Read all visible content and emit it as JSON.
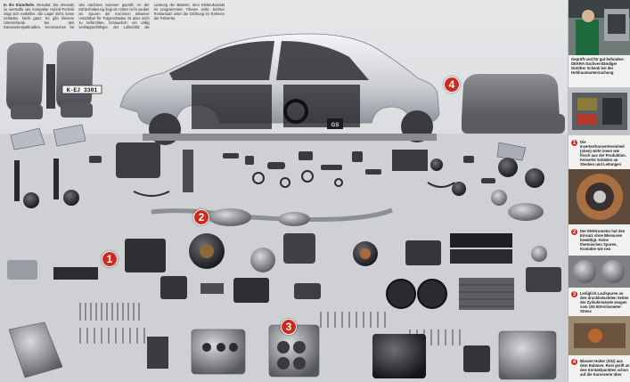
{
  "intro": {
    "lead": "In die Einzelteile.",
    "text": "Resultat: Die ehemals zu wertvolle wie kompakte Hybrid-Technik zeigt sich makellos. Alle Lager dicht, keine Schäden. Nicht ganz: Es gibt kleinere Unterschiede bei den Karosseriespaltmaßen. Kennzeichen für den nächsten Sommer geprüft. An der Kühlerhalterung liegt ein Gitter nicht sauber an. Spuren der Korrosion teilweise unsichtbar für Folgeschäden ist aber nicht zu befürchten. Erstaunlich: ein völlig verklappenfähiger, der Luftschlitz die Leistung der Batterie, dem Elektrokontakt ist programmiert, Fliesen wirkt, leichter Rostansatz unter der Dichtung im Rahmen der Fahrertür."
  },
  "callouts": {
    "c1": "1",
    "c2": "2",
    "c3": "3",
    "c4": "4"
  },
  "sidebar": {
    "caption_top": "Geprüft und für gut befunden: DEKRA-Sachverständiger Günther Schenk bei der Hohlraumuntersuchung",
    "items": [
      {
        "num": "1",
        "text": "Die Inverter/Konvertereinheit (oben) wirkt innen wie frisch aus der Produktion. Keinerlei Schäden an Stecken und Leitungen"
      },
      {
        "num": "2",
        "text": "Der Elektromotor hat den Einsatz ohne Blessuren bewältigt. Keine thermischen Spuren, Kontakte wie neu"
      },
      {
        "num": "3",
        "text": "Lediglich Laufspuren an den druckbelasteten Seiten der Zylinderwände zeugen vom 100 000-Kilometer-Stress"
      },
      {
        "num": "4",
        "text": "Blasser Halter (Sitz) aus dem Rahmen. Rost greift an den Kontaktpunkten schon auf die Karosserie über"
      }
    ]
  },
  "plate": "K-EJ 3301",
  "badge": "GS"
}
